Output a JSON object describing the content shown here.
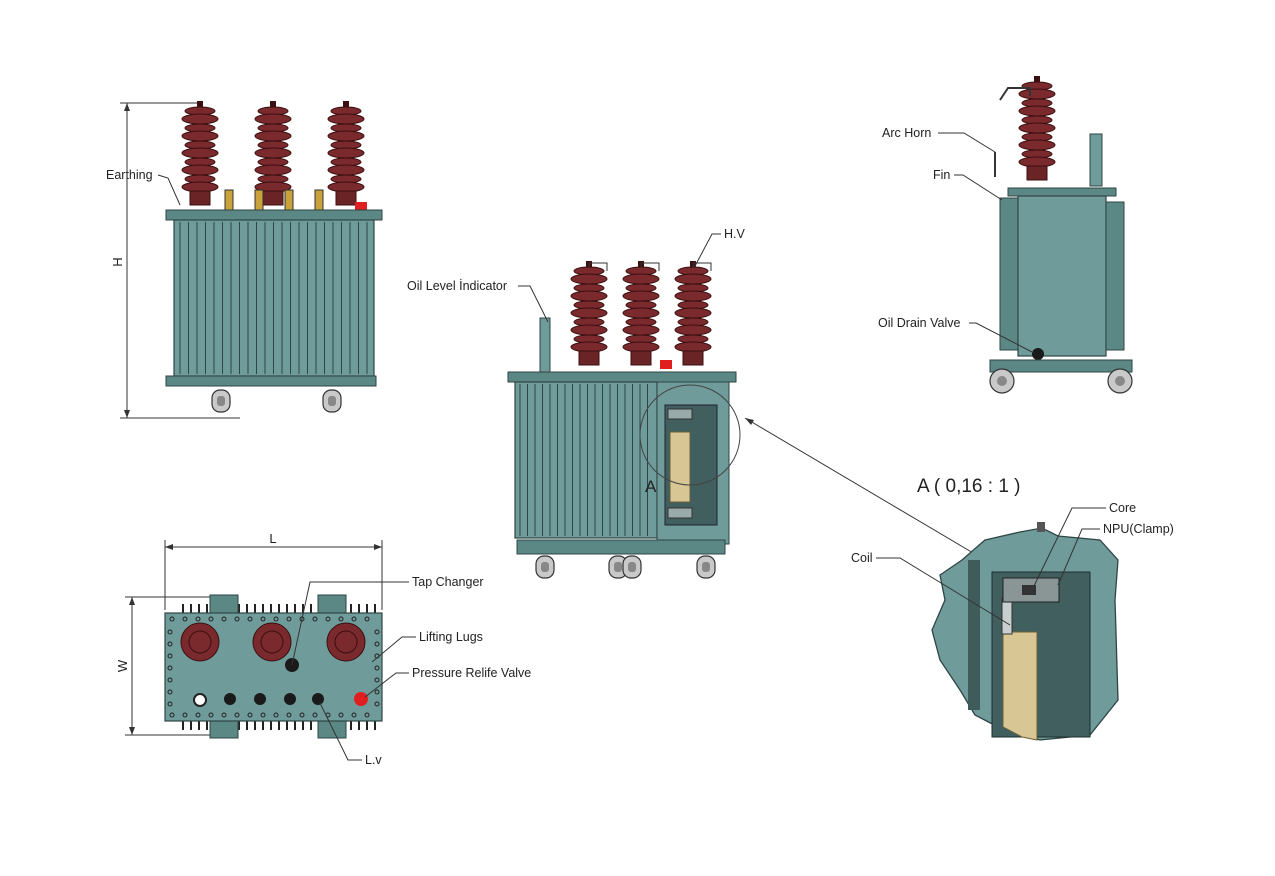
{
  "labels": {
    "earthing": "Earthing",
    "height": "H",
    "length": "L",
    "width": "W",
    "tap_changer": "Tap Changer",
    "lifting_lugs": "Lifting Lugs",
    "pressure_relief_valve": "Pressure Relife Valve",
    "lv": "L.v",
    "oil_level_indicator": "Oil Level İndicator",
    "hv": "H.V",
    "section_marker": "A",
    "arc_horn": "Arc Horn",
    "fin": "Fin",
    "oil_drain_valve": "Oil Drain Valve",
    "detail_title": "A ( 0,16 : 1 )",
    "core": "Core",
    "npu_clamp": "NPU(Clamp)",
    "coil": "Coil"
  },
  "colors": {
    "tank": "#6f9c9a",
    "tank_dark": "#5b8785",
    "bushing": "#7a2a2c",
    "coil": "#d8c694",
    "valve_red": "#e02020"
  }
}
